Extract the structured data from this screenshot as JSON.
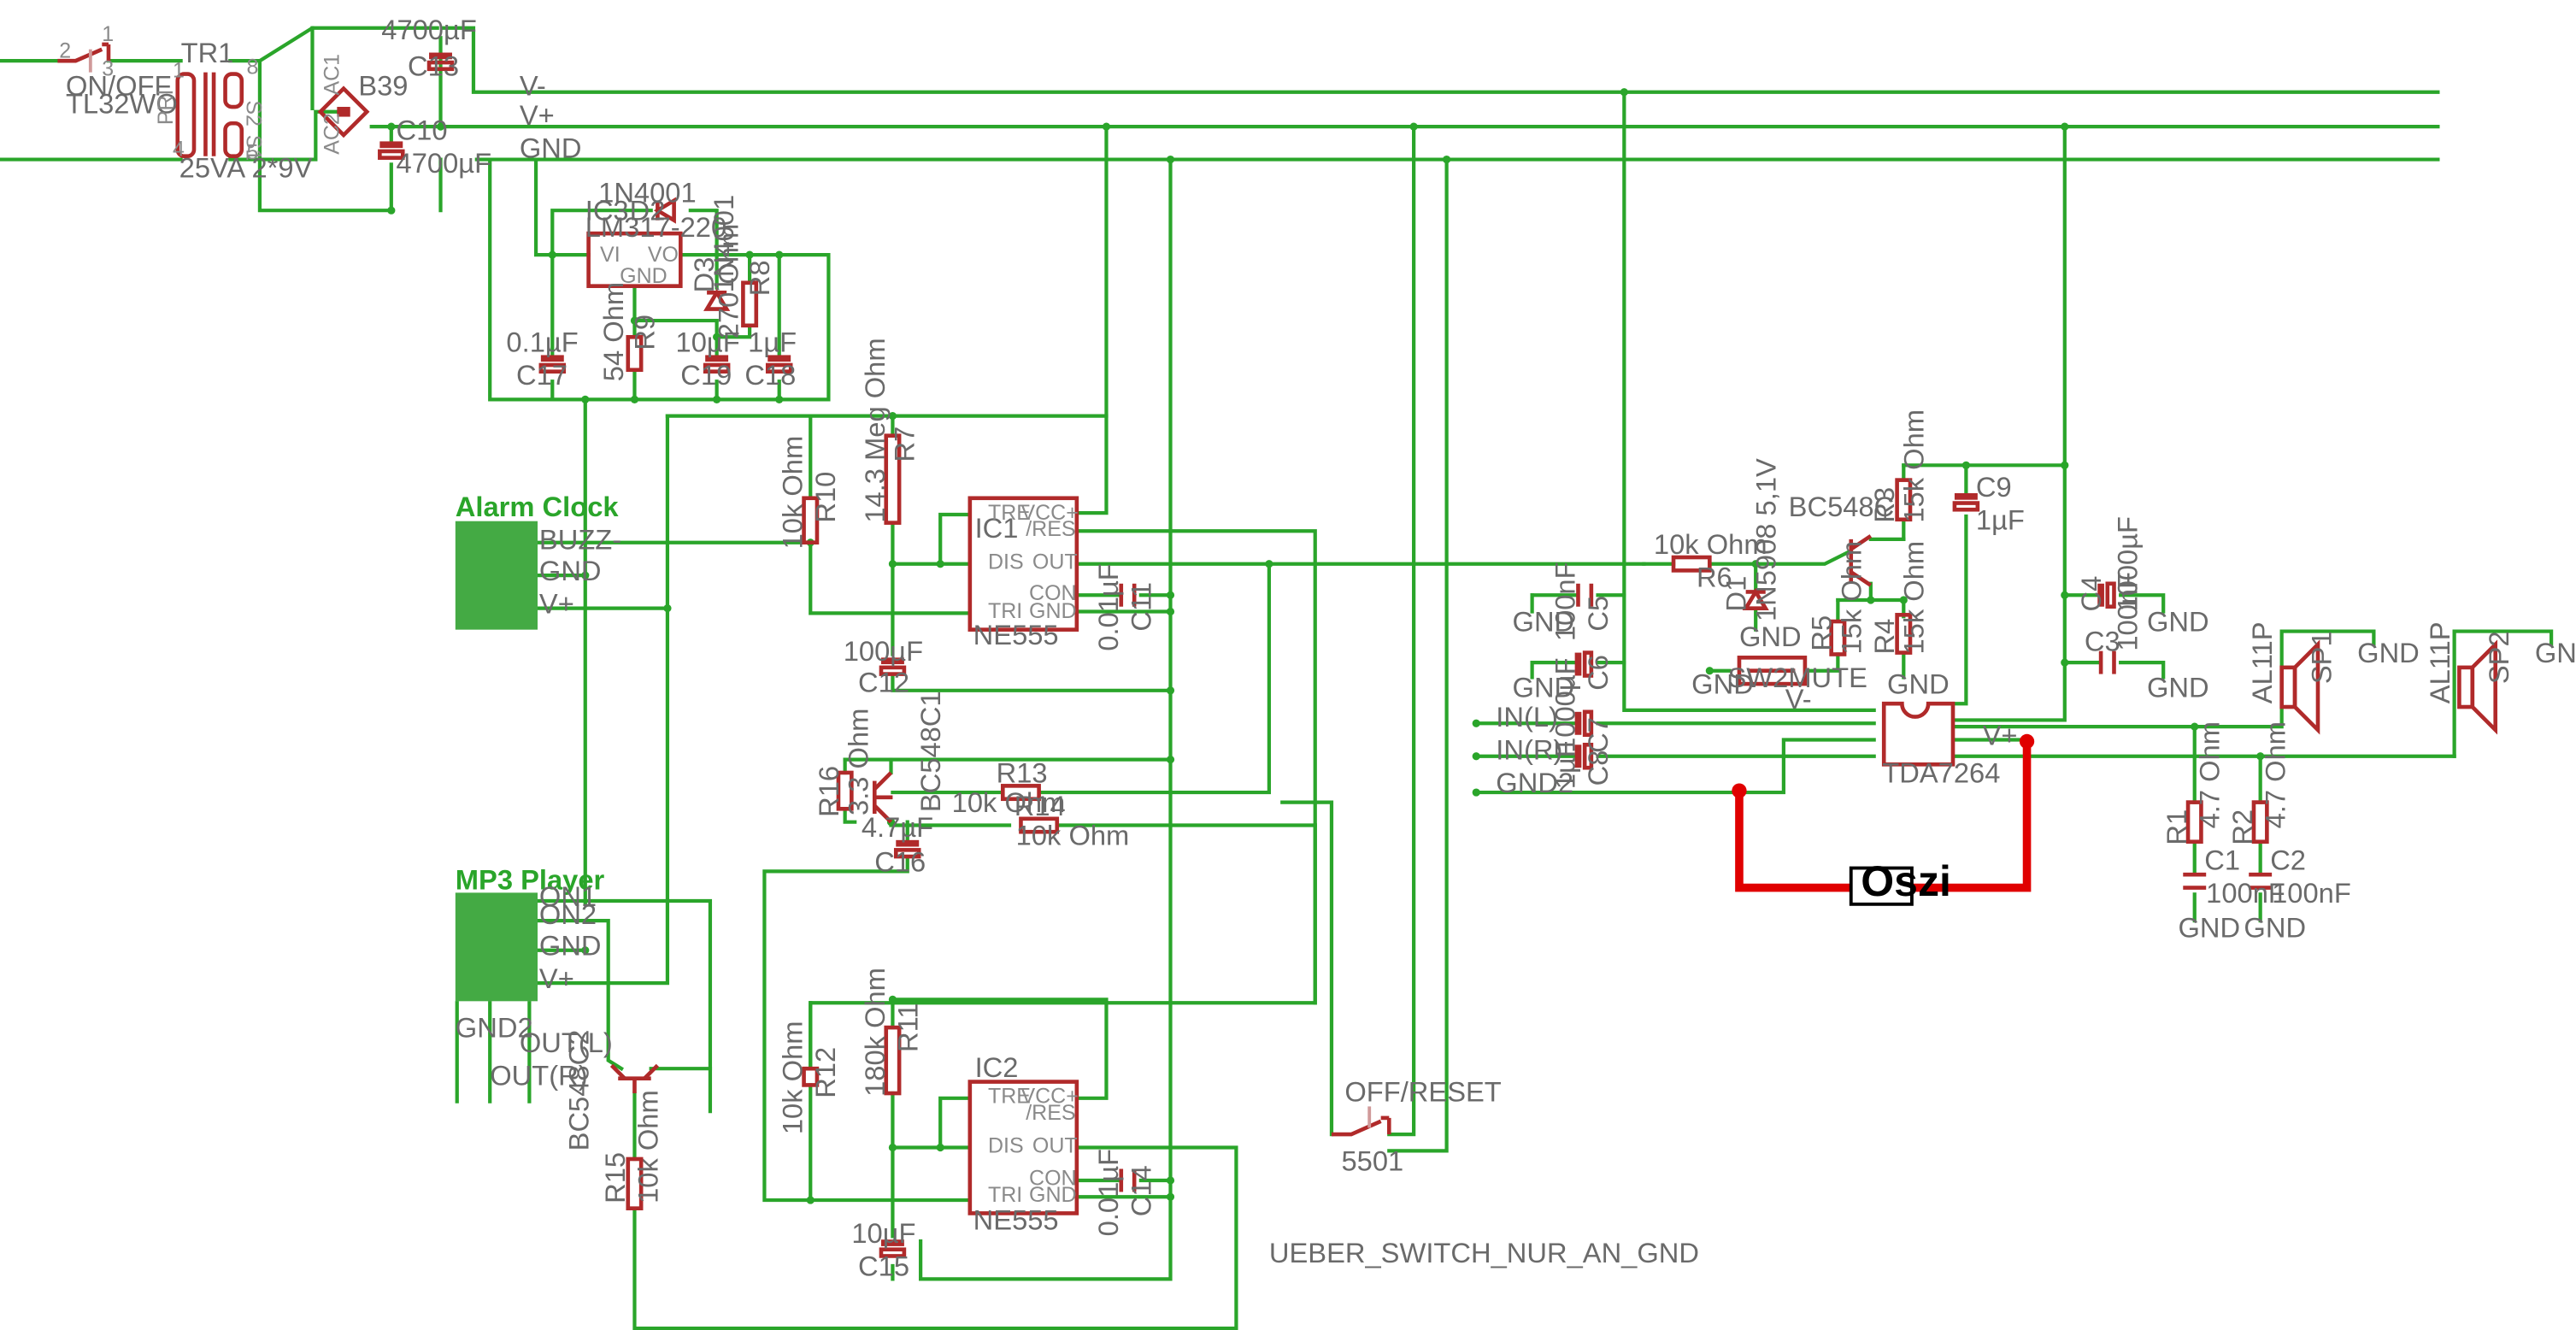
{
  "labels": {
    "sw_onoff": "ON/OFF",
    "sw_tl": "TL32WO",
    "sw_n1": "1",
    "sw_n2": "2",
    "sw_n3": "3",
    "tr1": "TR1",
    "tr_pri": "PRI",
    "tr_s2": "S2",
    "tr_s1": "S1",
    "tr_rating": "25VA 2*9V",
    "tr_p1": "1",
    "tr_p4": "4",
    "tr_p8": "8",
    "tr_p5": "5",
    "b39": "B39",
    "ac1": "AC1",
    "ac2": "AC2",
    "c13": "C13",
    "c13v": "4700µF",
    "c10": "C10",
    "c10v": "4700µF",
    "vminus": "V-",
    "vplus": "V+",
    "gnd": "GND",
    "ic3": "IC3",
    "ic3v": "LM317-220",
    "ic3_vi": "VI",
    "ic3_vo": "VO",
    "ic3_gnd": "GND",
    "d2": "D2",
    "d2v": "1N4001",
    "d3": "D3",
    "d3v": "1N4001",
    "r8": "R8",
    "r8v": "270 Ohm",
    "r9": "R9",
    "r9v": "54 Ohm",
    "c17": "C17",
    "c17v": "0.1µF",
    "c19": "C19",
    "c19v": "10µF",
    "c18": "C18",
    "c18v": "1µF",
    "alarm": "Alarm Clock",
    "buzz": "BUZZ-",
    "alarm_gnd": "GND",
    "alarm_vp": "V+",
    "r7": "R7",
    "r7v": "14.3 Meg Ohm",
    "r10": "R10",
    "r10v": "10k Ohm",
    "ic1": "IC1",
    "ic1v": "NE555",
    "ne_tre": "TRE",
    "ne_vcc": "VCC+",
    "ne_res": "/RES",
    "ne_dis": "DIS",
    "ne_out": "OUT",
    "ne_con": "CON",
    "ne_tri": "TRI",
    "ne_gnd": "GND",
    "c11": "C11",
    "c11v": "0.01µF",
    "c12": "C12",
    "c12v": "100µF",
    "r16": "R16",
    "r16v": "3.3 Ohm",
    "q_bc548c1": "BC548C1",
    "r13": "R13",
    "r13v": "10k Ohm",
    "r14": "R14",
    "r14v": "10k Ohm",
    "c16": "C16",
    "c16v": "4.7µF",
    "mp3": "MP3 Player",
    "mp3_on1": "ON1",
    "mp3_on2": "ON2",
    "mp3_gnd": "GND",
    "mp3_vp": "V+",
    "mp3_gnd2": "GND2",
    "mp3_outl": "OUT(L)",
    "mp3_outr": "OUT(R)",
    "q_bc548c2": "BC548C2",
    "r15": "R15",
    "r15v": "10k Ohm",
    "r11": "R11",
    "r11v": "180k Ohm",
    "r12": "R12",
    "r12v": "10k Ohm",
    "ic2": "IC2",
    "ic2v": "NE555",
    "c14": "C14",
    "c14v": "0.01µF",
    "c15": "C15",
    "c15v": "10µF",
    "offreset": "OFF/RESET",
    "s501": "5501",
    "ueber": "UEBER_SWITCH_NUR_AN_GND",
    "r6": "R6",
    "r6v": "10k Ohm",
    "q_bc548c": "BC548C",
    "d1": "D1",
    "d1v": "1N5908 5,1V",
    "r3": "R3",
    "r3v": "15k Ohm",
    "r4": "R4",
    "r4v": "15k Ohm",
    "r5": "R5",
    "r5v": "15k Ohm",
    "c9": "C9",
    "c9v": "1µF",
    "sw2": "SW2MUTE",
    "c5": "C5",
    "c5v": "100nF",
    "c6": "C6",
    "c6v": "1µF",
    "c7": "C7",
    "c7v": "1000µF",
    "c8": "C8",
    "c8v": "1µF",
    "inl": "IN(L)",
    "inr": "IN(R)",
    "gnd2": "GND2",
    "tda": "TDA7264",
    "c4": "C4",
    "c4v": "1000µF",
    "c3": "C3",
    "c3v": "100nF",
    "r1": "R1",
    "r1v": "4.7 Ohm",
    "r2": "R2",
    "r2v": "4.7 Ohm",
    "c1": "C1",
    "c1v": "100nF",
    "c2": "C2",
    "c2v": "100nF",
    "sp1": "SP1",
    "sp2": "SP2",
    "al1": "AL11P",
    "al2": "AL11P",
    "oszi": "Oszi"
  }
}
